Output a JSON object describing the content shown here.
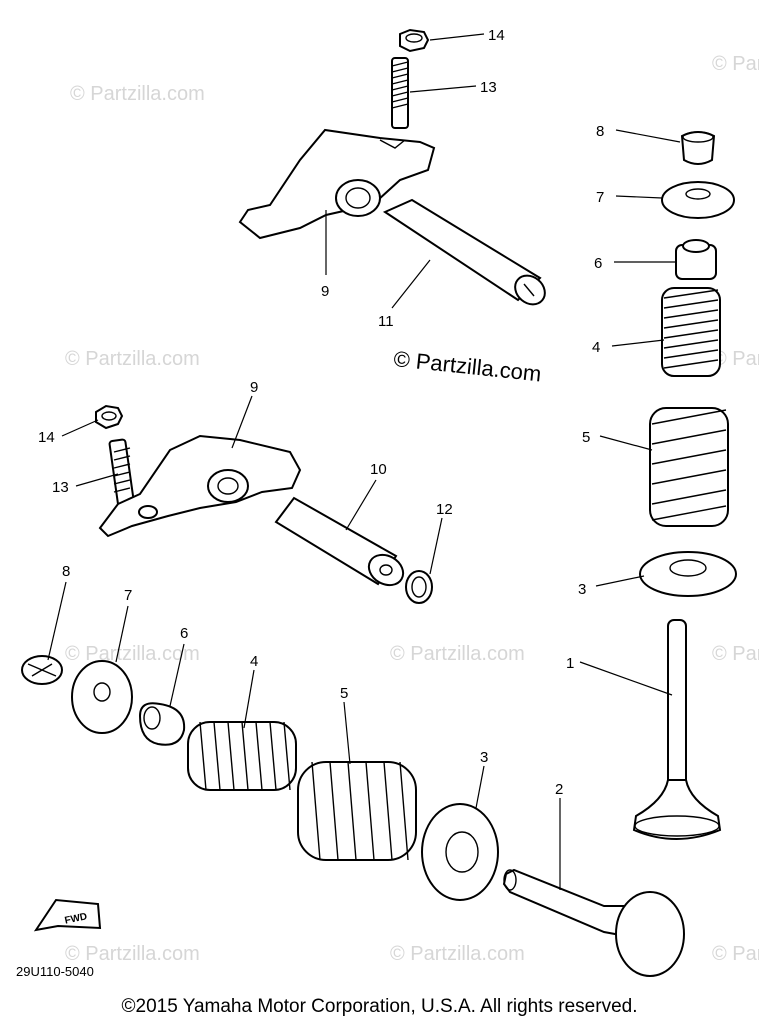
{
  "watermark": {
    "text": "© Partzilla.com",
    "main_text": "© Partzilla.com"
  },
  "diagram_code": "29U110-5040",
  "fwd_label": "FWD",
  "callouts": {
    "c14_top": "14",
    "c13_top": "13",
    "c9_top": "9",
    "c11": "11",
    "c8_right": "8",
    "c7_right": "7",
    "c6_right": "6",
    "c4_right": "4",
    "c5_right": "5",
    "c3_right": "3",
    "c1": "1",
    "c9_mid": "9",
    "c14_mid": "14",
    "c13_mid": "13",
    "c10": "10",
    "c12": "12",
    "c8_bottom": "8",
    "c7_bottom": "7",
    "c6_bottom": "6",
    "c4_bottom": "4",
    "c5_bottom": "5",
    "c3_bottom": "3",
    "c2": "2"
  },
  "copyright": "©2015 Yamaha Motor Corporation, U.S.A. All rights reserved."
}
